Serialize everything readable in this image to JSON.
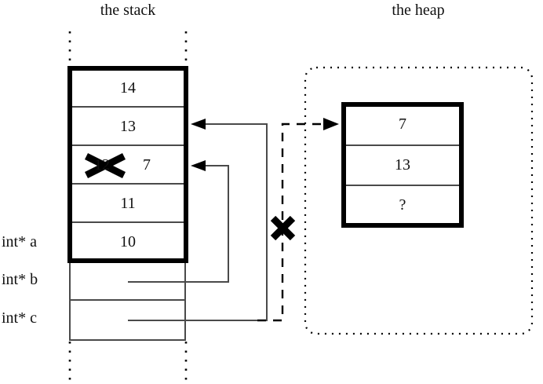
{
  "diagram": {
    "title_stack": "the stack",
    "title_heap": "the heap",
    "stack": {
      "frame_cells": [
        {
          "value": "14"
        },
        {
          "value": "13"
        },
        {
          "value": "12",
          "struck": true,
          "new_value": "7"
        },
        {
          "value": "11"
        },
        {
          "value": "10"
        }
      ],
      "variables": [
        {
          "label": "int* a"
        },
        {
          "label": "int* b"
        },
        {
          "label": "int* c"
        }
      ]
    },
    "heap": {
      "cells": [
        {
          "value": "7"
        },
        {
          "value": "13"
        },
        {
          "value": "?"
        }
      ]
    },
    "marks": {
      "cross_stack_cell": "x-mark-over-12",
      "cross_dashed_pointer": "x-mark-over-dangling-pointer"
    },
    "arrows": {
      "b_points_to": "stack-cell-row-3",
      "c_points_to": "stack-cell-row-2",
      "dangling_points_to": "heap-cell-row-1"
    },
    "colors": {
      "ink": "#000000",
      "line": "#4a4a4a",
      "background": "#ffffff"
    }
  }
}
